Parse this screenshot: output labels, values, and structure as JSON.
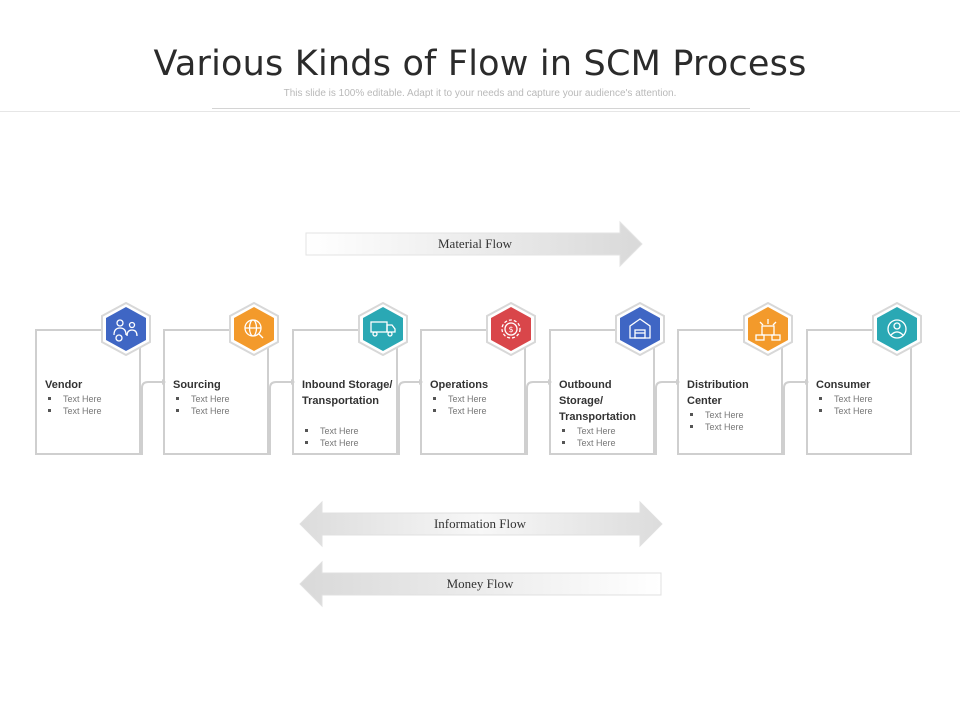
{
  "title": "Various Kinds of Flow in SCM Process",
  "subtitle": "This slide is 100% editable. Adapt it to your needs and capture your audience's attention.",
  "flows": {
    "material": "Material Flow",
    "information": "Information Flow",
    "money": "Money Flow"
  },
  "steps": [
    {
      "title": "Vendor",
      "color": "#3f66c4",
      "icon": "vendor-people-icon",
      "bullets": [
        "Text Here",
        "Text Here"
      ]
    },
    {
      "title": "Sourcing",
      "color": "#f39a2b",
      "icon": "globe-search-icon",
      "bullets": [
        "Text Here",
        "Text Here"
      ]
    },
    {
      "title": "Inbound Storage/ Transportation",
      "color": "#2aa8b4",
      "icon": "truck-icon",
      "bullets": [
        "Text Here",
        "Text Here"
      ]
    },
    {
      "title": "Operations",
      "color": "#d9464a",
      "icon": "gear-dollar-icon",
      "bullets": [
        "Text Here",
        "Text Here"
      ]
    },
    {
      "title": "Outbound Storage/ Transportation",
      "color": "#3f66c4",
      "icon": "warehouse-icon",
      "bullets": [
        "Text Here",
        "Text Here"
      ]
    },
    {
      "title": "Distribution Center",
      "color": "#f39a2b",
      "icon": "distribution-boxes-icon",
      "bullets": [
        "Text Here",
        "Text Here"
      ]
    },
    {
      "title": "Consumer",
      "color": "#2aa8b4",
      "icon": "consumer-globe-icon",
      "bullets": [
        "Text Here",
        "Text Here"
      ]
    }
  ]
}
